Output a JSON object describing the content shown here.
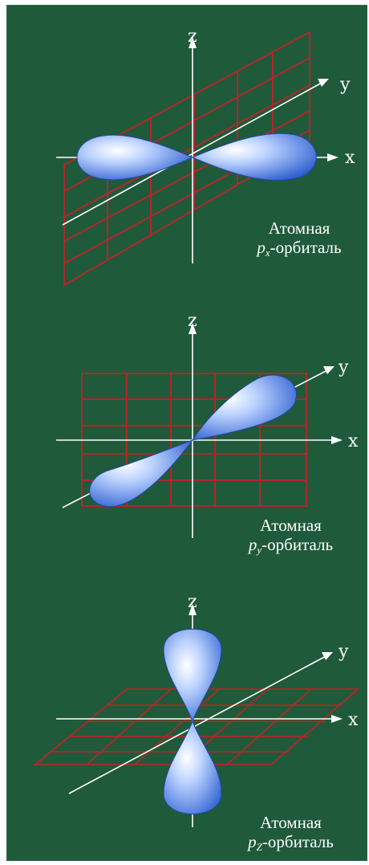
{
  "axes": {
    "x": "x",
    "y": "y",
    "z": "z"
  },
  "colors": {
    "board": "#1f5a3a",
    "grid": "#b3262a",
    "axis": "#ffffff",
    "lobe": "#3f6fd8"
  },
  "orbitals": [
    {
      "caption_line1": "Атомная",
      "symbol": "p",
      "subscript": "x",
      "suffix": "-орбиталь"
    },
    {
      "caption_line1": "Атомная",
      "symbol": "p",
      "subscript": "y",
      "suffix": "-орбиталь"
    },
    {
      "caption_line1": "Атомная",
      "symbol": "p",
      "subscript": "Z",
      "suffix": "-орбиталь"
    }
  ]
}
